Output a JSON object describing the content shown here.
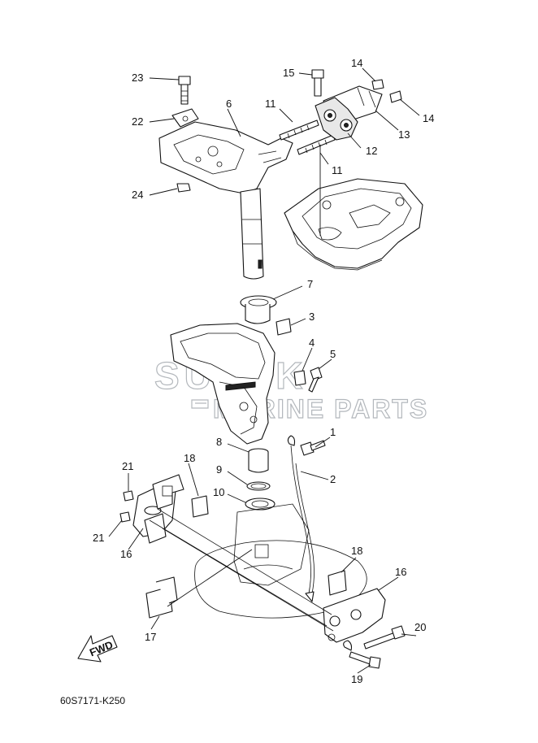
{
  "diagram_code": "60S7171-K250",
  "fwd_label": "FWD",
  "watermark": {
    "line1": "SUZUK",
    "line2": "MARINE PARTS"
  },
  "callouts": [
    "23",
    "22",
    "6",
    "11",
    "15",
    "14",
    "14",
    "13",
    "12",
    "11",
    "24",
    "7",
    "3",
    "4",
    "5",
    "1",
    "2",
    "8",
    "9",
    "10",
    "18",
    "21",
    "21",
    "16",
    "18",
    "16",
    "20",
    "17",
    "19"
  ]
}
